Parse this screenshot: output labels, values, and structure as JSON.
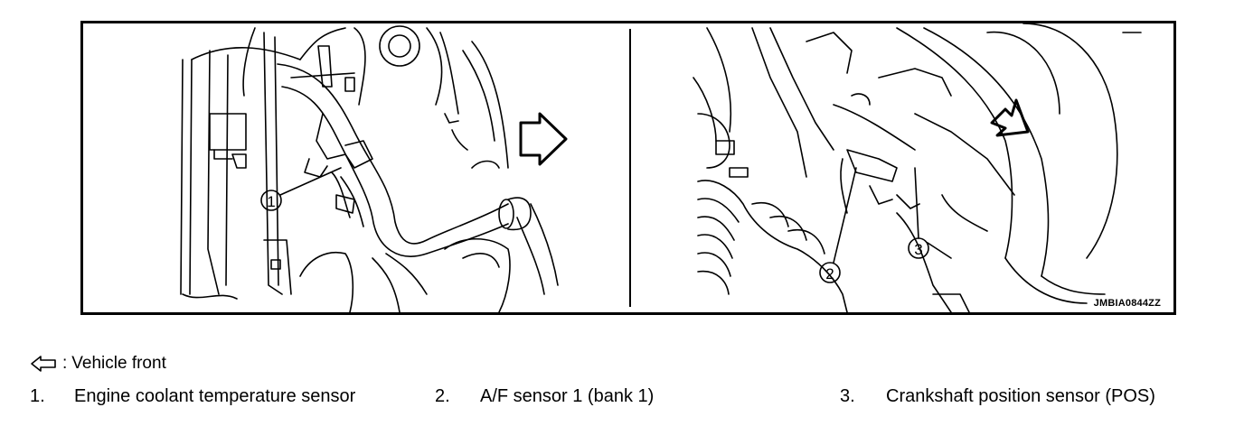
{
  "figure": {
    "code": "JMBIA0844ZZ",
    "callouts": [
      "1",
      "2",
      "3"
    ]
  },
  "legend": {
    "front_icon": "open-arrow-left-icon",
    "separator": ":",
    "text": "Vehicle front"
  },
  "items": [
    {
      "num": "1.",
      "label": "Engine coolant temperature sensor"
    },
    {
      "num": "2.",
      "label": "A/F sensor 1 (bank 1)"
    },
    {
      "num": "3.",
      "label": "Crankshaft position sensor (POS)"
    }
  ]
}
